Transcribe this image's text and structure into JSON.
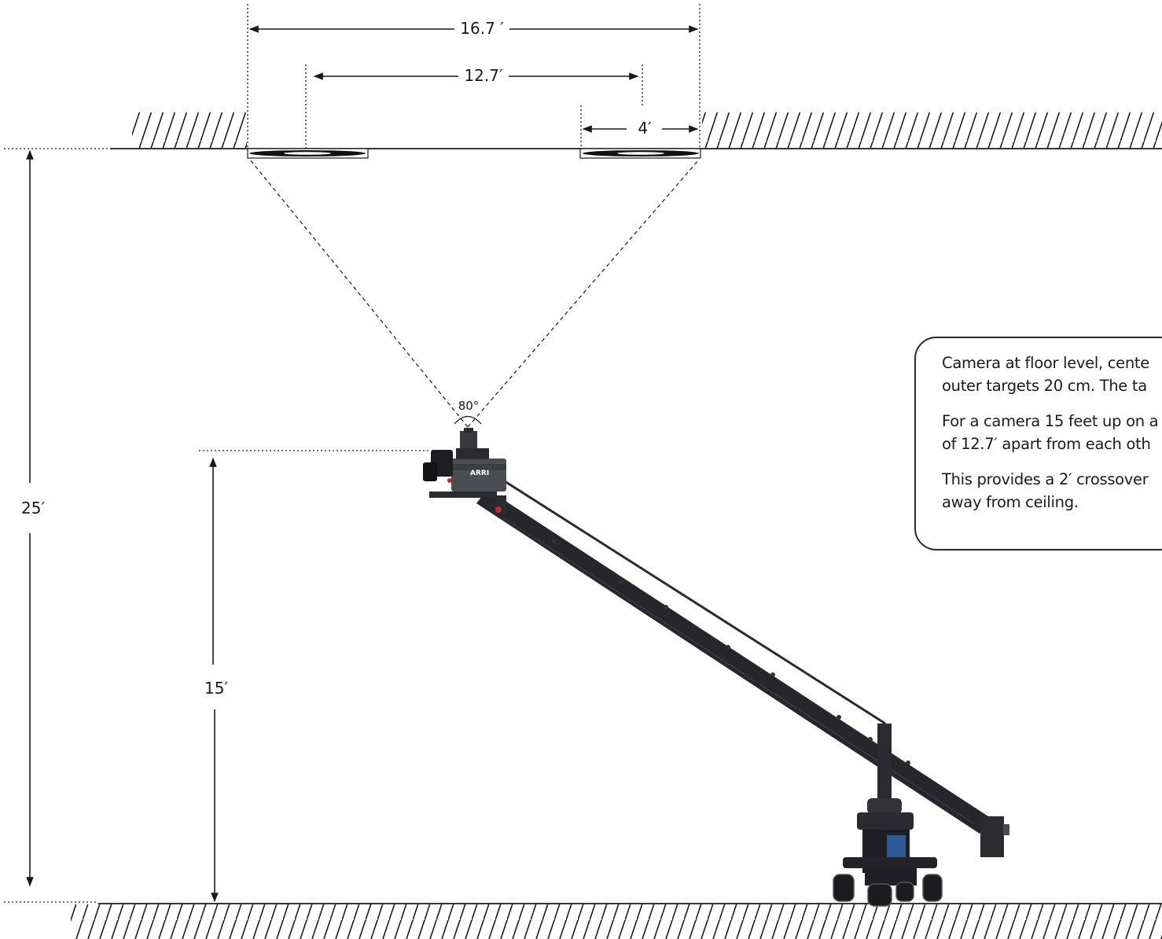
{
  "dimensions": {
    "outer_span": "16.7 ′",
    "inner_span": "12.7′",
    "target_width": "4′",
    "ceiling_height": "25′",
    "camera_height": "15′",
    "field_of_view": "80°"
  },
  "camera": {
    "brand": "ARRI"
  },
  "note": {
    "lines": [
      "Camera at floor level, cente",
      "outer targets 20 cm.  The ta",
      "For a camera 15 feet up on a",
      "of 12.7′ apart from each oth",
      "This provides a 2′ crossover",
      "away from ceiling."
    ]
  },
  "colors": {
    "line": "#1a1a1a",
    "crane": "#26262c",
    "box_border": "#2a2a2a"
  }
}
